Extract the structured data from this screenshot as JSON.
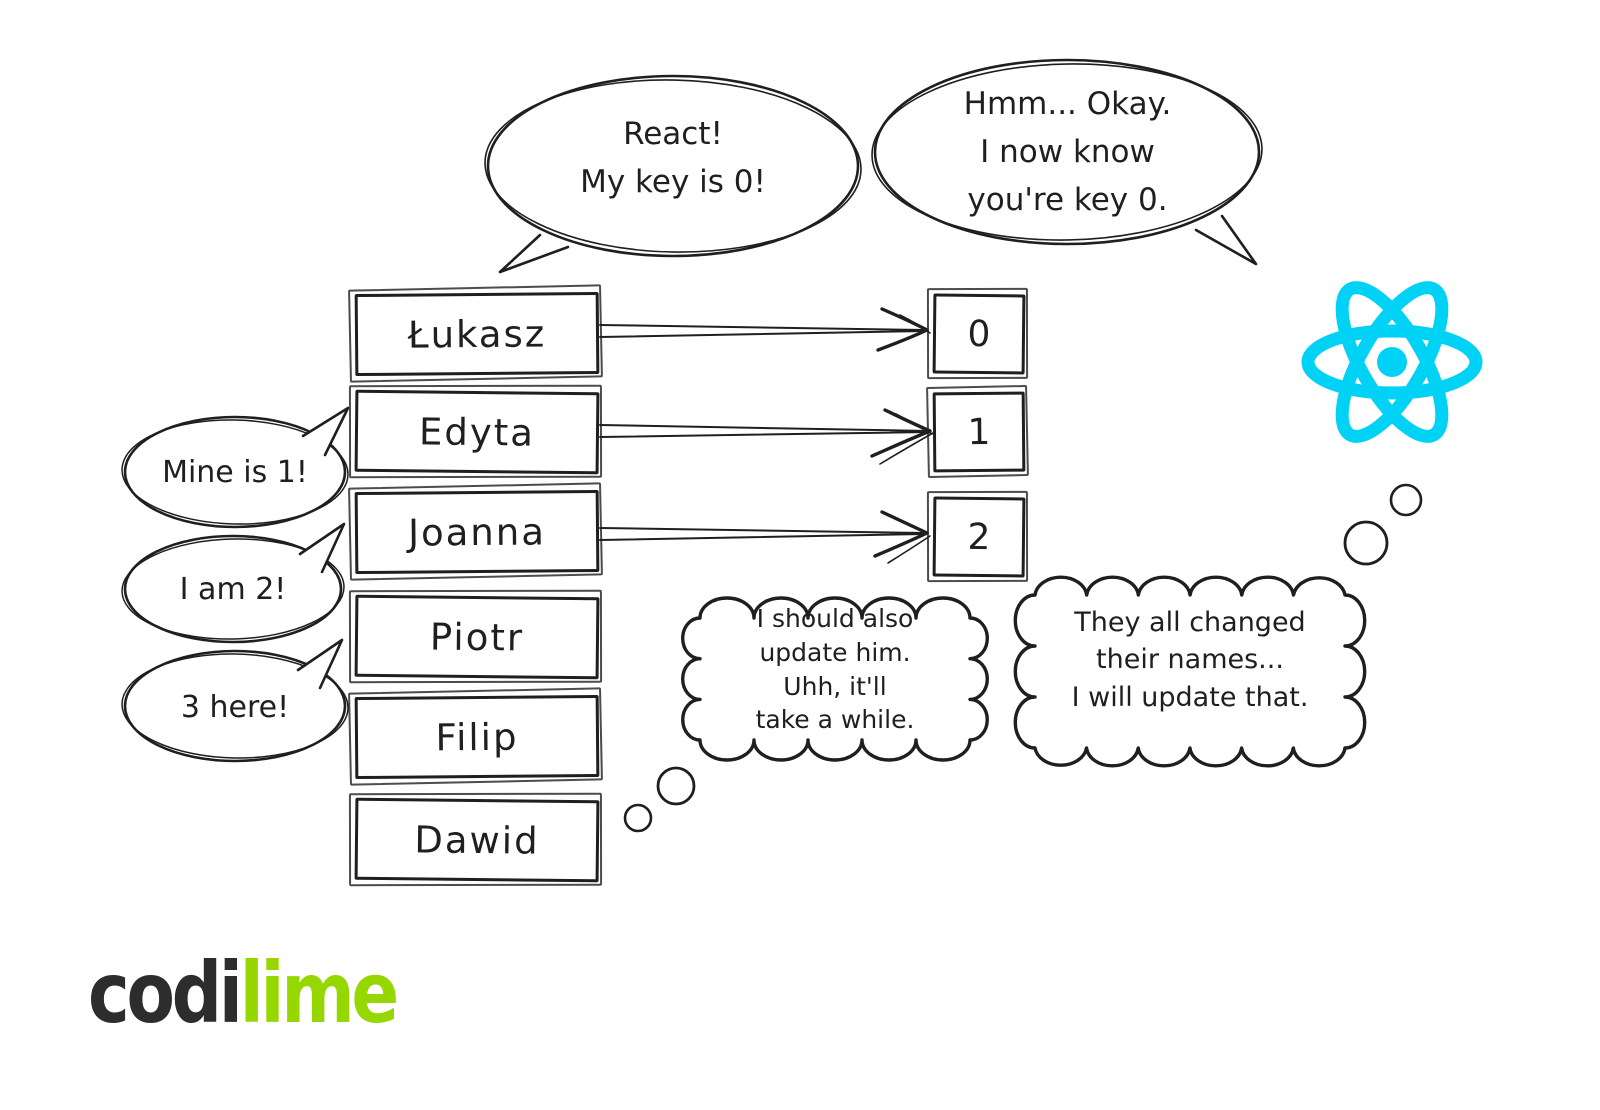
{
  "palette": {
    "ink": "#1f1f1f",
    "react_cyan": "#00d2f5",
    "lime_green": "#97d700",
    "logo_dark": "#2d2d2d"
  },
  "speech": {
    "react_claim": {
      "lines": [
        "React!",
        "My key is 0!"
      ]
    },
    "react_ack": {
      "lines": [
        "Hmm... Okay.",
        "I now  know",
        "you're key 0."
      ]
    },
    "left": [
      {
        "text": "Mine is 1!"
      },
      {
        "text": "I am 2!"
      },
      {
        "text": "3 here!"
      }
    ]
  },
  "thoughts": {
    "update_him": {
      "lines": [
        "I should also",
        "update him.",
        "Uhh, it'll",
        "take a while."
      ]
    },
    "update_all": {
      "lines": [
        "They all changed",
        "their names...",
        "I will update that."
      ]
    }
  },
  "rows": [
    {
      "name": "Łukasz",
      "key": "0"
    },
    {
      "name": "Edyta",
      "key": "1"
    },
    {
      "name": "Joanna",
      "key": "2"
    },
    {
      "name": "Piotr"
    },
    {
      "name": "Filip"
    },
    {
      "name": "Dawid"
    }
  ],
  "icons": {
    "react_logo": "react-atom-icon"
  },
  "logo": {
    "dark": "codi",
    "green": "lime"
  }
}
